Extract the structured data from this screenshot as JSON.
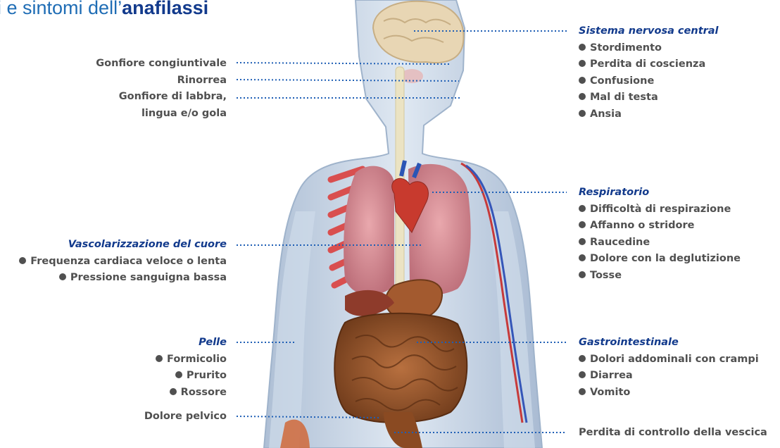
{
  "title": {
    "light": "i e sintomi dell’",
    "bold": "anafilassi"
  },
  "left": {
    "face": [
      "Gonfiore congiuntivale",
      "Rinorrea",
      "Gonfiore di labbra,",
      "lingua e/o gola"
    ],
    "heart": {
      "heading": "Vascolarizzazione del cuore",
      "items": [
        "Frequenza cardiaca veloce o lenta",
        "Pressione sanguigna bassa"
      ]
    },
    "skin": {
      "heading": "Pelle",
      "items": [
        "Formicolio",
        "Prurito",
        "Rossore"
      ]
    },
    "pelvic": "Dolore pelvico"
  },
  "right": {
    "nervous": {
      "heading": "Sistema nervosa central",
      "items": [
        "Stordimento",
        "Perdita di coscienza",
        "Confusione",
        "Mal di testa",
        "Ansia"
      ]
    },
    "respiratory": {
      "heading": "Respiratorio",
      "items": [
        "Difficoltà di respirazione",
        "Affanno o stridore",
        "Raucedine",
        "Dolore con la deglutizione",
        "Tosse"
      ]
    },
    "gastro": {
      "heading": "Gastrointestinale",
      "items": [
        "Dolori addominali con crampi",
        "Diarrea",
        "Vomito"
      ]
    },
    "bladder": "Perdita di controllo della vescica"
  }
}
